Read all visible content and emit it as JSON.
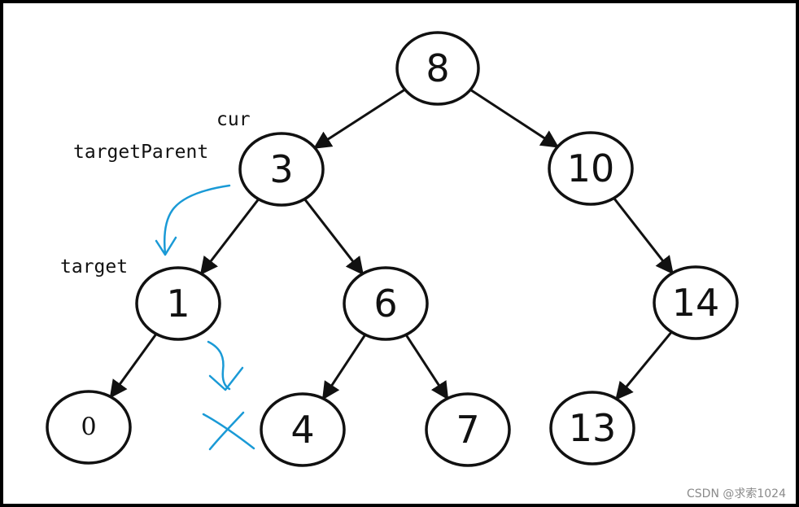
{
  "nodes": [
    {
      "id": "n8",
      "label": "8"
    },
    {
      "id": "n3",
      "label": "3"
    },
    {
      "id": "n10",
      "label": "10"
    },
    {
      "id": "n1",
      "label": "1"
    },
    {
      "id": "n6",
      "label": "6"
    },
    {
      "id": "n14",
      "label": "14"
    },
    {
      "id": "n0",
      "label": "0"
    },
    {
      "id": "n4",
      "label": "4"
    },
    {
      "id": "n7",
      "label": "7"
    },
    {
      "id": "n13",
      "label": "13"
    }
  ],
  "edges": [
    [
      "n8",
      "n3"
    ],
    [
      "n8",
      "n10"
    ],
    [
      "n3",
      "n1"
    ],
    [
      "n3",
      "n6"
    ],
    [
      "n10",
      "n14"
    ],
    [
      "n1",
      "n0"
    ],
    [
      "n6",
      "n4"
    ],
    [
      "n6",
      "n7"
    ],
    [
      "n14",
      "n13"
    ]
  ],
  "annotations": {
    "cur": "cur",
    "target_parent": "targetParent",
    "target": "target"
  },
  "watermark": "CSDN @求索1024",
  "colors": {
    "ink": "#111111",
    "annotation_blue": "#1a9ad6",
    "frame": "#000000"
  }
}
